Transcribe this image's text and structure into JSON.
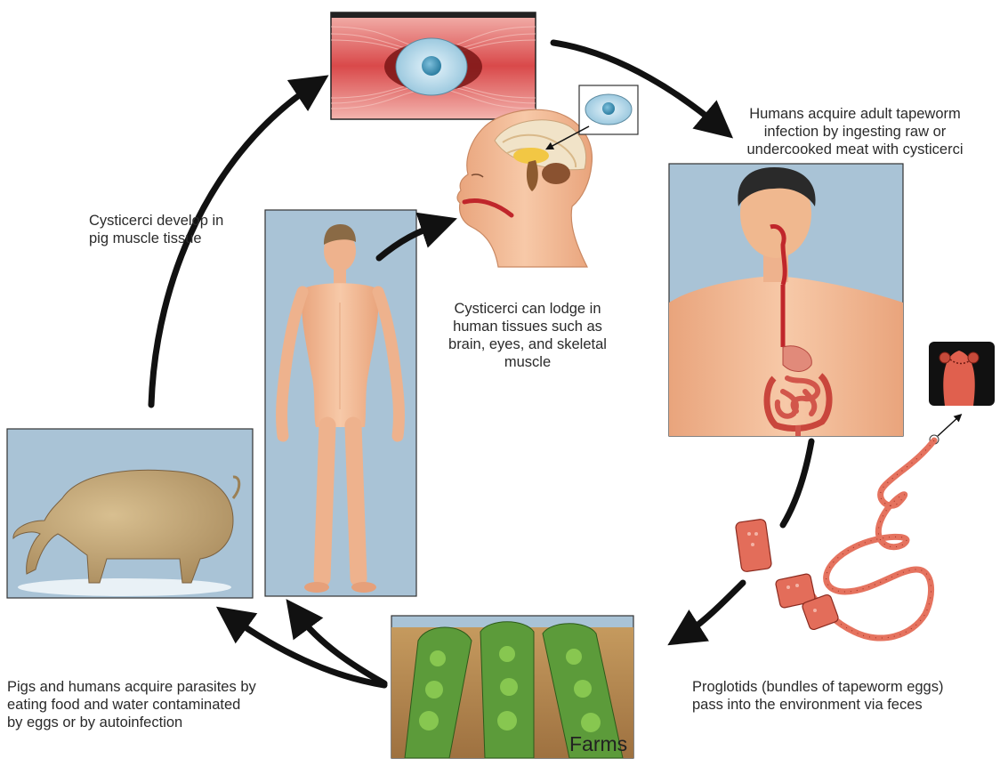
{
  "captions": {
    "humans_acquire": [
      "Humans acquire adult tapeworm",
      "infection by ingesting raw or",
      "undercooked meat with cysticerci"
    ],
    "cysticerci_lodge": [
      "Cysticerci  can lodge in",
      "human tissues such as",
      "brain, eyes, and skeletal",
      "muscle"
    ],
    "cysticerci_develop": [
      "Cysticerci develop in",
      "pig muscle tissue"
    ],
    "pigs_humans_acquire": [
      "Pigs and humans acquire parasites by",
      "eating food and water contaminated",
      "by eggs or by autoinfection"
    ],
    "proglotids": [
      "Proglotids (bundles of tapeworm eggs)",
      "pass into the environment via feces"
    ]
  },
  "farm_label": "Farms",
  "colors": {
    "panel_bg": "#a9c3d6",
    "skin": "#f2bd98",
    "muscle": "#d9494a",
    "cyst": "#a9d3e8",
    "pig": "#bfa274",
    "tapeworm": "#e4725f",
    "arrow": "#111111"
  }
}
